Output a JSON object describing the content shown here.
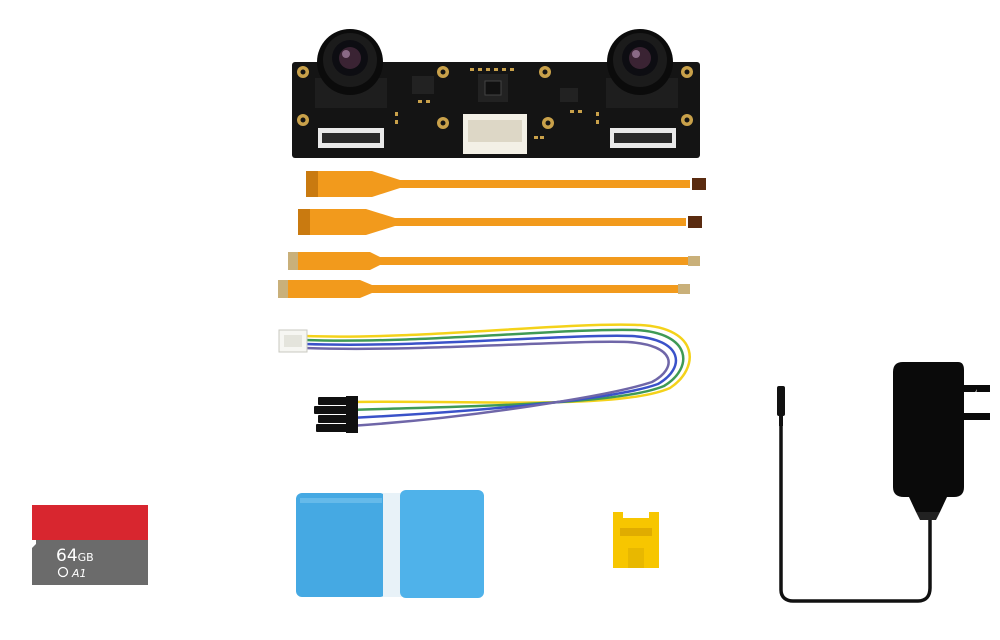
{
  "sd_card": {
    "capacity": "64",
    "capacity_unit": "GB",
    "speed_class": "A1"
  },
  "colors": {
    "pcb": "#141414",
    "flex_cable": "#f29a1c",
    "cable_yellow": "#f4d21a",
    "cable_green": "#3f9a55",
    "cable_blue": "#3a52c9",
    "thermal_pad": "#45a9e3",
    "jumper": "#f7c600",
    "sd_red": "#d8262f",
    "sd_grey": "#6b6b6b",
    "adapter": "#0a0a0a"
  },
  "icons": [
    "lightning-icon",
    "camera-lens-icon"
  ]
}
